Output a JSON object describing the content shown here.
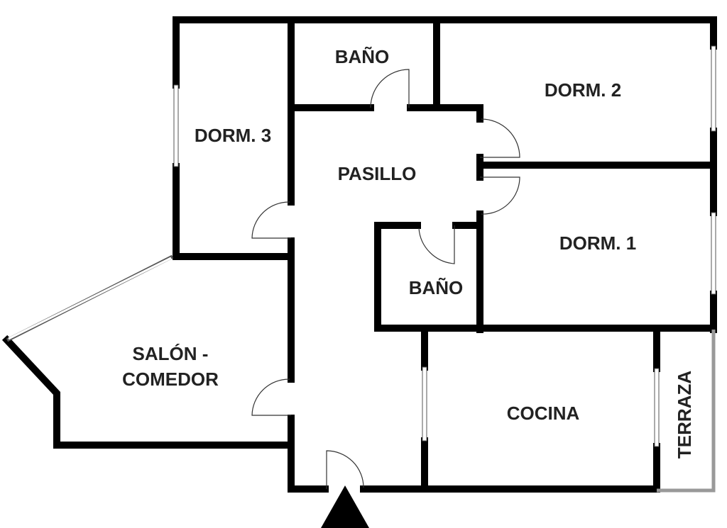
{
  "plan": {
    "rooms": {
      "bano_1": "BAÑO",
      "dorm_2": "DORM. 2",
      "dorm_3": "DORM. 3",
      "pasillo": "PASILLO",
      "dorm_1": "DORM. 1",
      "bano_2": "BAÑO",
      "salon_line1": "SALÓN -",
      "salon_line2": "COMEDOR",
      "cocina": "COCINA",
      "terraza": "TERRAZA"
    },
    "colors": {
      "wall": "#000000",
      "terrace_wall": "#999999",
      "text": "#222222"
    }
  }
}
